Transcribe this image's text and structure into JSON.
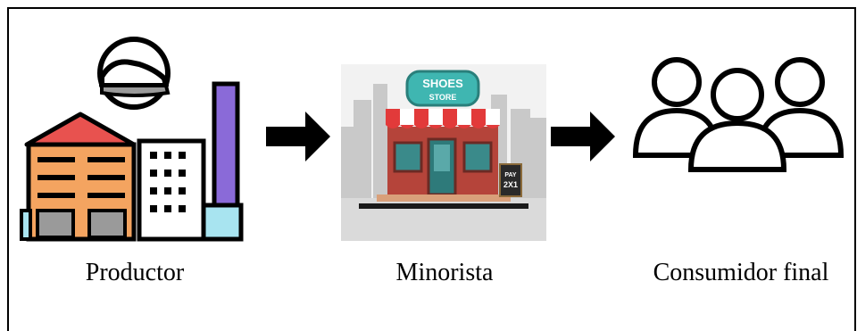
{
  "stages": [
    {
      "name": "producer",
      "label": "Productor",
      "icon": "factory-icon"
    },
    {
      "name": "retailer",
      "label": "Minorista",
      "icon": "shoe-store-icon"
    },
    {
      "name": "consumer",
      "label": "Consumidor final",
      "icon": "people-icon"
    }
  ],
  "store": {
    "sign_line1": "SHOES",
    "sign_line2": "STORE",
    "board_line1": "PAY",
    "board_line2": "2X1"
  },
  "colors": {
    "factory_orange": "#f4a460",
    "factory_roof": "#e8524f",
    "chimney_purple": "#8a6ad8",
    "light_blue": "#a8e4f0",
    "awning_red": "#e23a3a",
    "store_brick": "#b5443a",
    "sign_teal": "#3fb6b1"
  }
}
